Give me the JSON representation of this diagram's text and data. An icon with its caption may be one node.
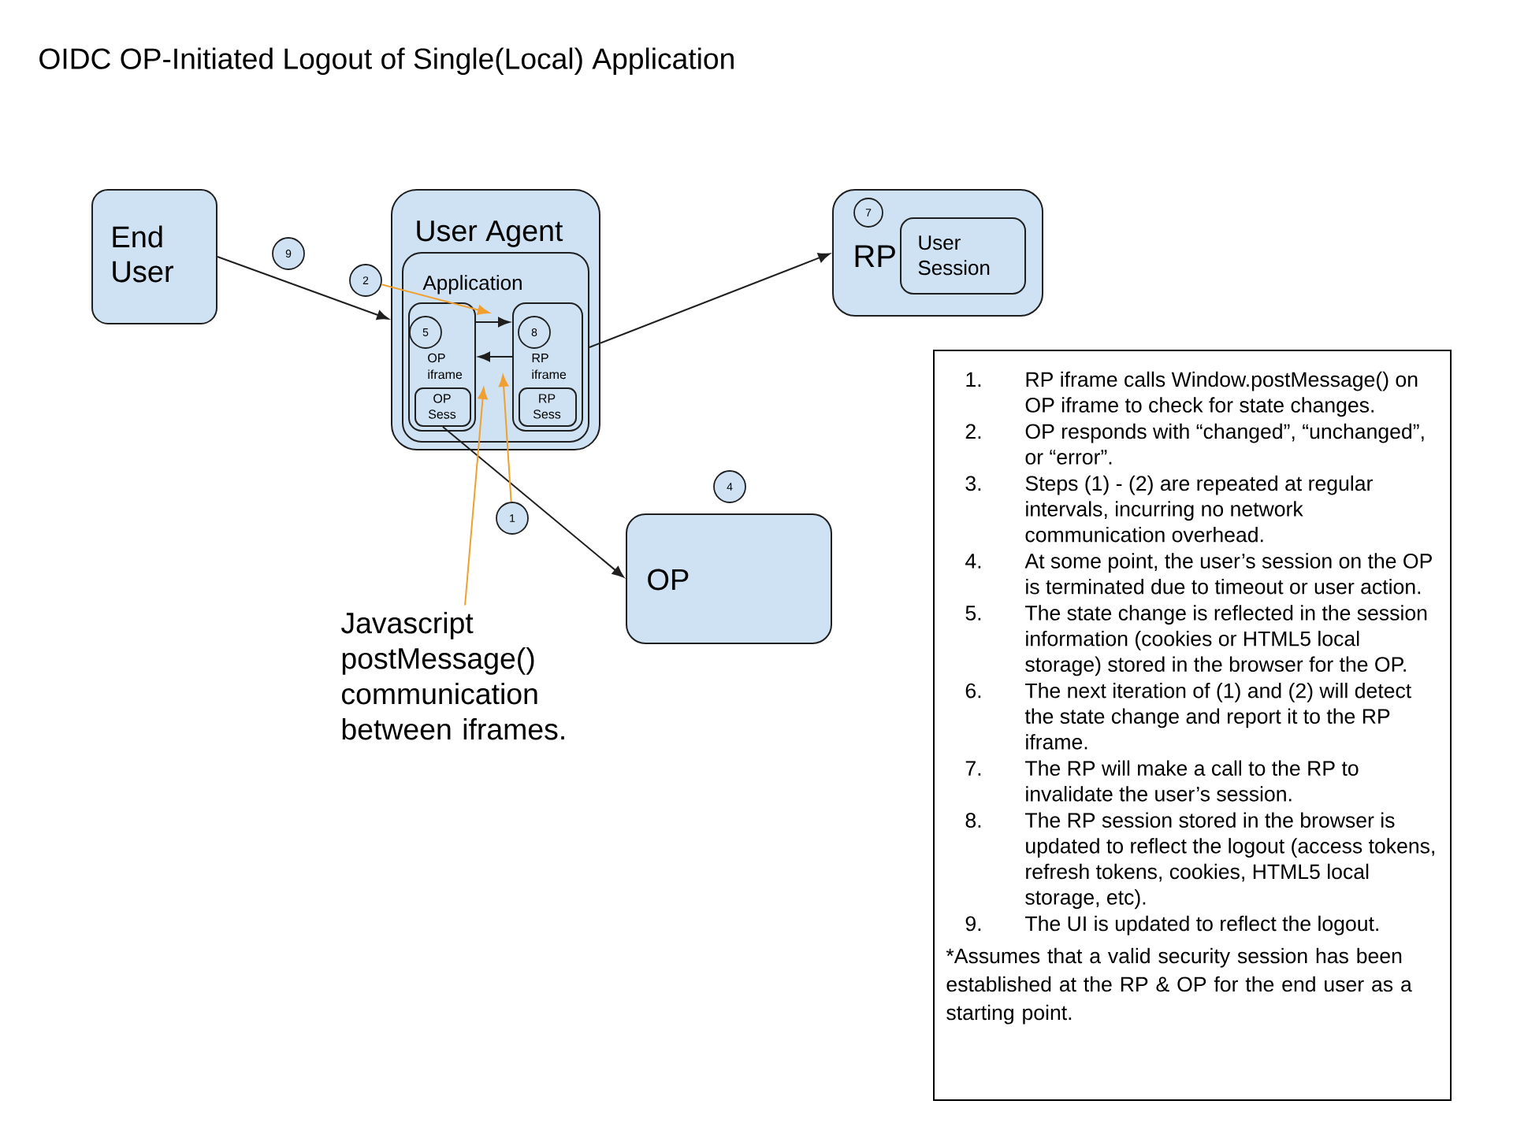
{
  "diagram": {
    "title": "OIDC OP-Initiated Logout of Single(Local) Application",
    "nodes": [
      {
        "text": [
          "End User"
        ]
      },
      {
        "text": [
          "User Agent"
        ]
      },
      {
        "text": [
          "Application"
        ],
        "in": 1
      },
      {
        "text": [
          "OP iframe"
        ],
        "in": 2
      },
      {
        "text": [
          "5"
        ],
        "in": 3
      },
      {
        "text": [
          "OP Sess"
        ],
        "in": 3
      },
      {
        "text": [
          "RP iframe"
        ],
        "in": 2
      },
      {
        "text": [
          "8"
        ],
        "in": 6
      },
      {
        "text": [
          "RP Sess"
        ],
        "in": 6
      },
      {
        "text": [
          "RP"
        ]
      },
      {
        "text": [
          "7"
        ],
        "in": 9
      },
      {
        "text": [
          "User Session"
        ],
        "in": 9
      },
      {
        "text": [
          "9"
        ]
      },
      {
        "text": [
          "2"
        ]
      },
      {
        "text": [
          "4"
        ]
      },
      {
        "text": [
          "OP"
        ]
      },
      {
        "text": [
          "1"
        ]
      },
      {
        "text": [
          "Javascript postMessage() communication between iframes."
        ]
      },
      {
        "text": [
          "1.",
          "RP iframe calls Window.postMessage() on OP iframe to check for state changes.",
          "2.",
          "OP responds with “changed”, “unchanged”, or “error”.",
          "3.",
          "Steps (1) - (2) are repeated at regular intervals, incurring no network communication overhead.",
          "4.",
          "At some point, the user’s session on the OP is terminated due to timeout or user action.",
          "5.",
          "The state change is reflected in the session information (cookies or HTML5 local storage) stored in the browser for the OP.",
          "6.",
          "The next iteration of (1) and (2) will detect the state change and report it to the RP iframe.",
          "7.",
          "The RP will make a call to the RP to invalidate the user’s session.",
          "8.",
          "The RP session stored in the browser is updated to reflect the logout (access tokens, refresh tokens, cookies, HTML5 local storage, etc).",
          "9.",
          "The UI is updated to reflect the logout.",
          "*Assumes that a valid security session has been established at the RP & OP for the end user as a starting point."
        ]
      }
    ],
    "edges": [
      {
        "from": 0,
        "to": 1,
        "arrow": "to"
      },
      {
        "from": 3,
        "to": 6,
        "arrow": "to"
      },
      {
        "from": 6,
        "to": 3,
        "arrow": "to"
      },
      {
        "from": 2,
        "to": 9,
        "arrow": "to"
      },
      {
        "from": 5,
        "to": 15,
        "arrow": "to"
      },
      {
        "from": 13,
        "to": 3,
        "arrow": "to",
        "color": "#f0a030"
      },
      {
        "from": 16,
        "to": 6,
        "arrow": "to",
        "color": "#f0a030"
      },
      {
        "from": 17,
        "to": 3,
        "arrow": "to",
        "color": "#f0a030"
      }
    ]
  }
}
